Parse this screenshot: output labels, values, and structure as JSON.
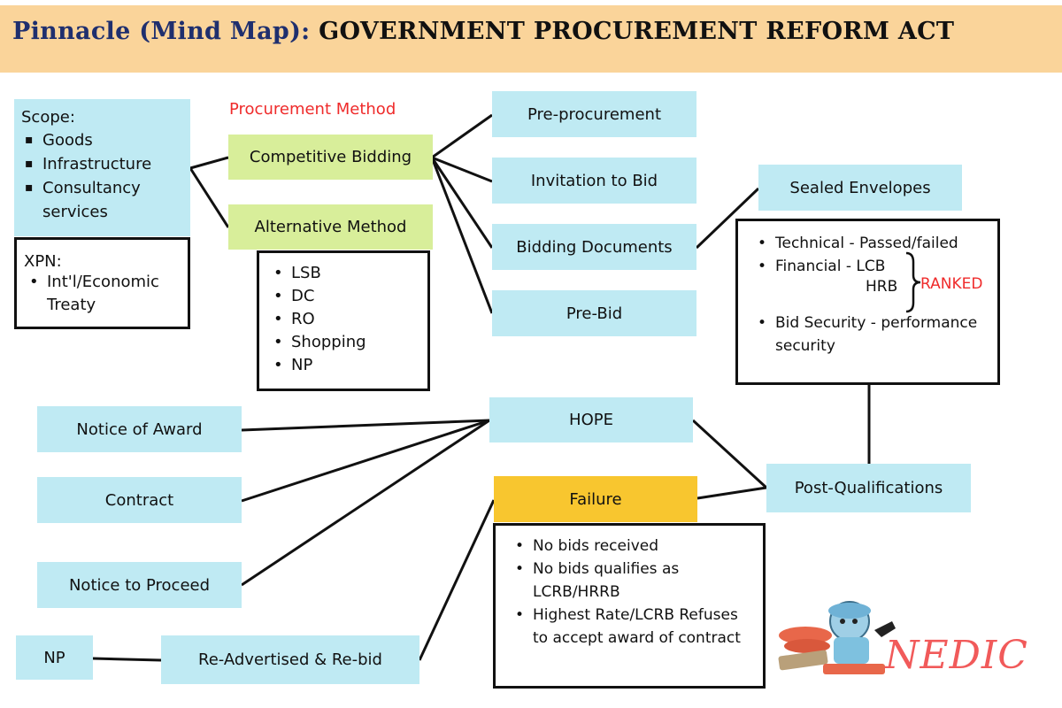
{
  "title": {
    "prefix": "Pinnacle (Mind Map):",
    "main": "GOVERNMENT PROCUREMENT REFORM ACT"
  },
  "scope": {
    "heading": "Scope:",
    "items": [
      "Goods",
      "Infrastructure",
      "Consultancy services"
    ]
  },
  "xpn": {
    "heading": "XPN:",
    "items": [
      "Int'l/Economic Treaty"
    ]
  },
  "procurement_method_label": "Procurement Method",
  "competitive_bidding": "Competitive Bidding",
  "alternative_method": "Alternative Method",
  "alternative_items": [
    "LSB",
    "DC",
    "RO",
    "Shopping",
    "NP"
  ],
  "steps": {
    "pre_procurement": "Pre-procurement",
    "invitation": "Invitation to Bid",
    "bidding_documents": "Bidding Documents",
    "pre_bid": "Pre-Bid"
  },
  "sealed_envelopes": "Sealed Envelopes",
  "envelope": {
    "technical": "Technical - Passed/failed",
    "financial": "Financial - LCB",
    "hrb": "HRB",
    "ranked": "RANKED",
    "bid_security": "Bid Security - performance security"
  },
  "hope": "HOPE",
  "post_qualifications": "Post-Qualifications",
  "failure": "Failure",
  "failure_items": [
    "No bids received",
    "No bids qualifies as LCRB/HRRB",
    "Highest Rate/LCRB Refuses to accept award of contract"
  ],
  "notice_of_award": "Notice of Award",
  "contract": "Contract",
  "notice_to_proceed": "Notice to Proceed",
  "re_advertised": "Re-Advertised & Re-bid",
  "np": "NP",
  "logo_text": "NEDIC",
  "colors": {
    "node": "#bfeaf3",
    "green": "#d8ee9a",
    "failure": "#f8c62f",
    "banner": "#fad49a",
    "accent_red": "#ef2b2b"
  }
}
